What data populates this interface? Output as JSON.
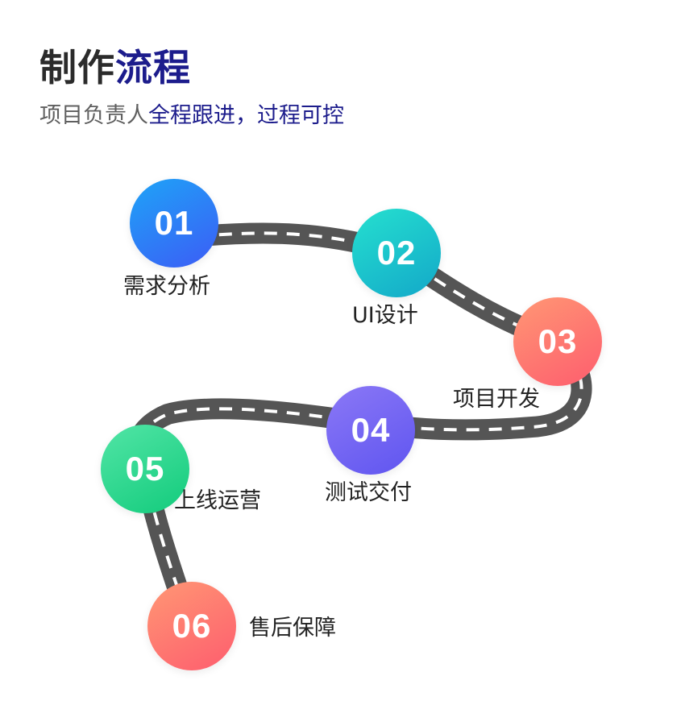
{
  "header": {
    "title_part1": "制作",
    "title_part2": "流程",
    "subtitle_part1": "项目负责人",
    "subtitle_part2": "全程跟进，过程可控"
  },
  "colors": {
    "title_dark": "#2b2b2b",
    "title_accent": "#1c1c8c",
    "road": "#555555",
    "road_dash": "#ffffff"
  },
  "steps": [
    {
      "number": "01",
      "label": "需求分析",
      "color": "blue"
    },
    {
      "number": "02",
      "label": "UI设计",
      "color": "teal"
    },
    {
      "number": "03",
      "label": "项目开发",
      "color": "coral"
    },
    {
      "number": "04",
      "label": "测试交付",
      "color": "purple"
    },
    {
      "number": "05",
      "label": "上线运营",
      "color": "green"
    },
    {
      "number": "06",
      "label": "售后保障",
      "color": "coral"
    }
  ]
}
